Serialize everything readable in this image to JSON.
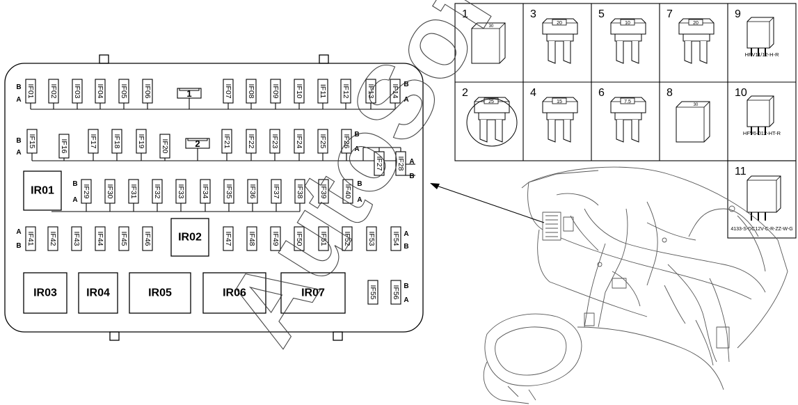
{
  "fuse_box": {
    "fuses": {
      "IF01": "IF01",
      "IF02": "IF02",
      "IF03": "IF03",
      "IF04": "IF04",
      "IF05": "IF05",
      "IF06": "IF06",
      "IF07": "IF07",
      "IF08": "IF08",
      "IF09": "IF09",
      "IF10": "IF10",
      "IF11": "IF11",
      "IF12": "IF12",
      "IF13": "IF13",
      "IF14": "IF14",
      "IF15": "IF15",
      "IF16": "IF16",
      "IF17": "IF17",
      "IF18": "IF18",
      "IF19": "IF19",
      "IF20": "IF20",
      "IF21": "IF21",
      "IF22": "IF22",
      "IF23": "IF23",
      "IF24": "IF24",
      "IF25": "IF25",
      "IF26": "IF26",
      "IF27": "IF27",
      "IF28": "IF28",
      "IF29": "IF29",
      "IF30": "IF30",
      "IF31": "IF31",
      "IF32": "IF32",
      "IF33": "IF33",
      "IF34": "IF34",
      "IF35": "IF35",
      "IF36": "IF36",
      "IF37": "IF37",
      "IF38": "IF38",
      "IF39": "IF39",
      "IF40": "IF40",
      "IF41": "IF41",
      "IF42": "IF42",
      "IF43": "IF43",
      "IF44": "IF44",
      "IF45": "IF45",
      "IF46": "IF46",
      "IF47": "IF47",
      "IF48": "IF48",
      "IF49": "IF49",
      "IF50": "IF50",
      "IF51": "IF51",
      "IF52": "IF52",
      "IF53": "IF53",
      "IF54": "IF54",
      "IF55": "IF55",
      "IF56": "IF56"
    },
    "relays": {
      "IR01": "IR01",
      "IR02": "IR02",
      "IR03": "IR03",
      "IR04": "IR04",
      "IR05": "IR05",
      "IR06": "IR06",
      "IR07": "IR07"
    },
    "row_labels": {
      "a": "A",
      "b": "B"
    },
    "slot_numbers": {
      "one": "1",
      "two": "2"
    }
  },
  "legend": {
    "cells": [
      {
        "number": "1",
        "rating": "30"
      },
      {
        "number": "3",
        "rating": "20"
      },
      {
        "number": "5",
        "rating": "10"
      },
      {
        "number": "7",
        "rating": "20"
      },
      {
        "number": "9",
        "caption": "HFV11/12-H-R"
      },
      {
        "number": "2",
        "rating": "25"
      },
      {
        "number": "4",
        "rating": "15"
      },
      {
        "number": "6",
        "rating": "7.5"
      },
      {
        "number": "8",
        "rating": "30"
      },
      {
        "number": "10",
        "caption": "HFV6-012-HT-R"
      },
      {
        "number": "11",
        "caption": "4133-S-DC12V-C-R-ZZ-W-G"
      }
    ]
  },
  "watermark": "AutoSoft",
  "colors": {
    "line": "#000000",
    "background": "#ffffff",
    "sketch": "#555555"
  }
}
